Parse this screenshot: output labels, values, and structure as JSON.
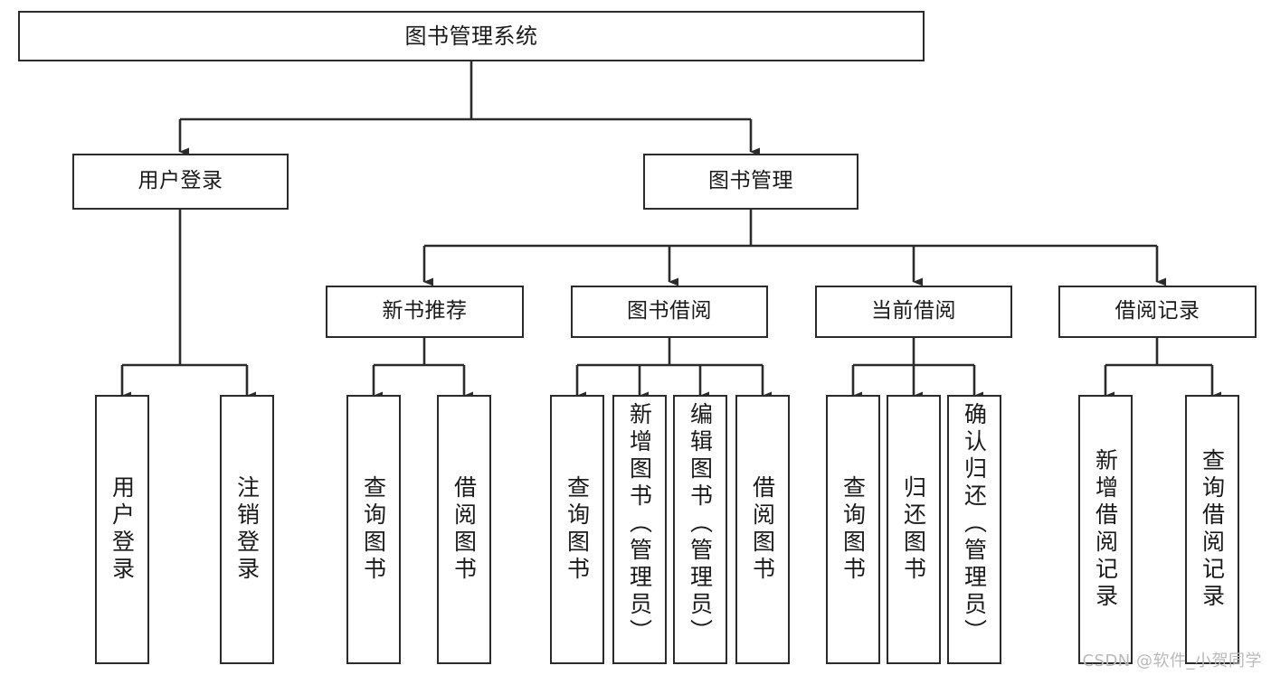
{
  "diagram": {
    "type": "tree-hierarchy",
    "title": "图书管理系统",
    "colors": {
      "box_border": "#2b2b2b",
      "box_fill": "#ffffff",
      "connector": "#2b2b2b",
      "text": "#1a1a1a",
      "watermark": "#b9b9b9",
      "background": "#ffffff"
    },
    "nodes": {
      "root": {
        "label": "图书管理系统"
      },
      "level2": [
        {
          "id": "user-login",
          "label": "用户登录"
        },
        {
          "id": "book-management",
          "label": "图书管理"
        }
      ],
      "level3": [
        {
          "id": "new-book-recommend",
          "label": "新书推荐"
        },
        {
          "id": "book-borrow",
          "label": "图书借阅"
        },
        {
          "id": "current-borrow",
          "label": "当前借阅"
        },
        {
          "id": "borrow-record",
          "label": "借阅记录"
        }
      ],
      "leaves": {
        "user-login": [
          {
            "id": "leaf-user-login",
            "label": "用户登录"
          },
          {
            "id": "leaf-logout",
            "label": "注销登录"
          }
        ],
        "new-book-recommend": [
          {
            "id": "leaf-query-book-1",
            "label": "查询图书"
          },
          {
            "id": "leaf-borrow-book-1",
            "label": "借阅图书"
          }
        ],
        "book-borrow": [
          {
            "id": "leaf-query-book-2",
            "label": "查询图书"
          },
          {
            "id": "leaf-add-book",
            "label": "新增图书（管理员）"
          },
          {
            "id": "leaf-edit-book",
            "label": "编辑图书（管理员）"
          },
          {
            "id": "leaf-borrow-book-2",
            "label": "借阅图书"
          }
        ],
        "current-borrow": [
          {
            "id": "leaf-query-book-3",
            "label": "查询图书"
          },
          {
            "id": "leaf-return-book",
            "label": "归还图书"
          },
          {
            "id": "leaf-confirm-return",
            "label": "确认归还（管理员）"
          }
        ],
        "borrow-record": [
          {
            "id": "leaf-add-record",
            "label": "新增借阅记录"
          },
          {
            "id": "leaf-query-record",
            "label": "查询借阅记录"
          }
        ]
      }
    },
    "watermark": "CSDN @软件_小贺同学"
  }
}
